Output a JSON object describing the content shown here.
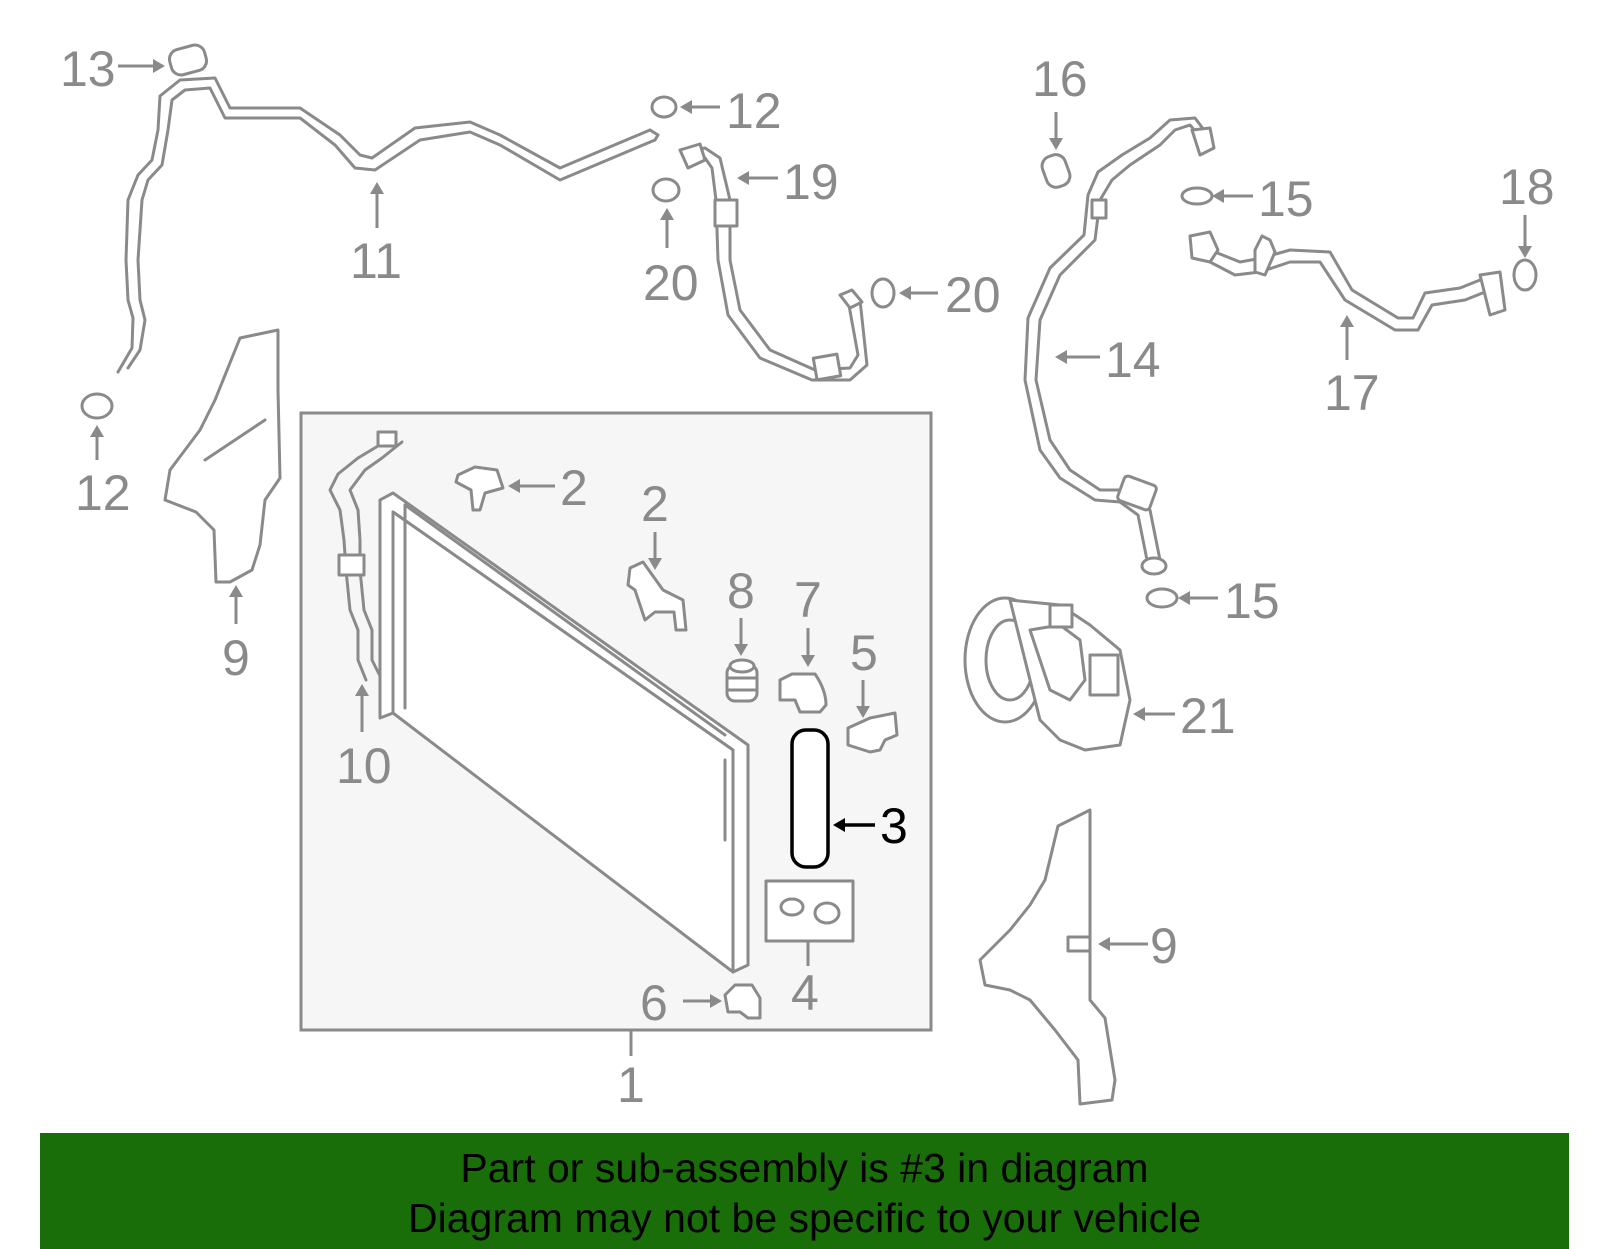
{
  "labels": {
    "n1": "1",
    "n2a": "2",
    "n2b": "2",
    "n3": "3",
    "n4": "4",
    "n5": "5",
    "n6": "6",
    "n7": "7",
    "n8": "8",
    "n9a": "9",
    "n9b": "9",
    "n10": "10",
    "n11": "11",
    "n12a": "12",
    "n12b": "12",
    "n13": "13",
    "n14": "14",
    "n15a": "15",
    "n15b": "15",
    "n16": "16",
    "n17": "17",
    "n18": "18",
    "n19": "19",
    "n20a": "20",
    "n20b": "20",
    "n21": "21"
  },
  "highlighted_part": "3",
  "colors": {
    "part_stroke": "#8a8a8a",
    "highlight": "#000000",
    "banner_bg": "#1a6e0a",
    "box_fill": "#f6f6f6"
  },
  "banner": {
    "line1": "Part or sub-assembly is #3 in diagram",
    "line2": "Diagram may not be specific to your vehicle"
  }
}
